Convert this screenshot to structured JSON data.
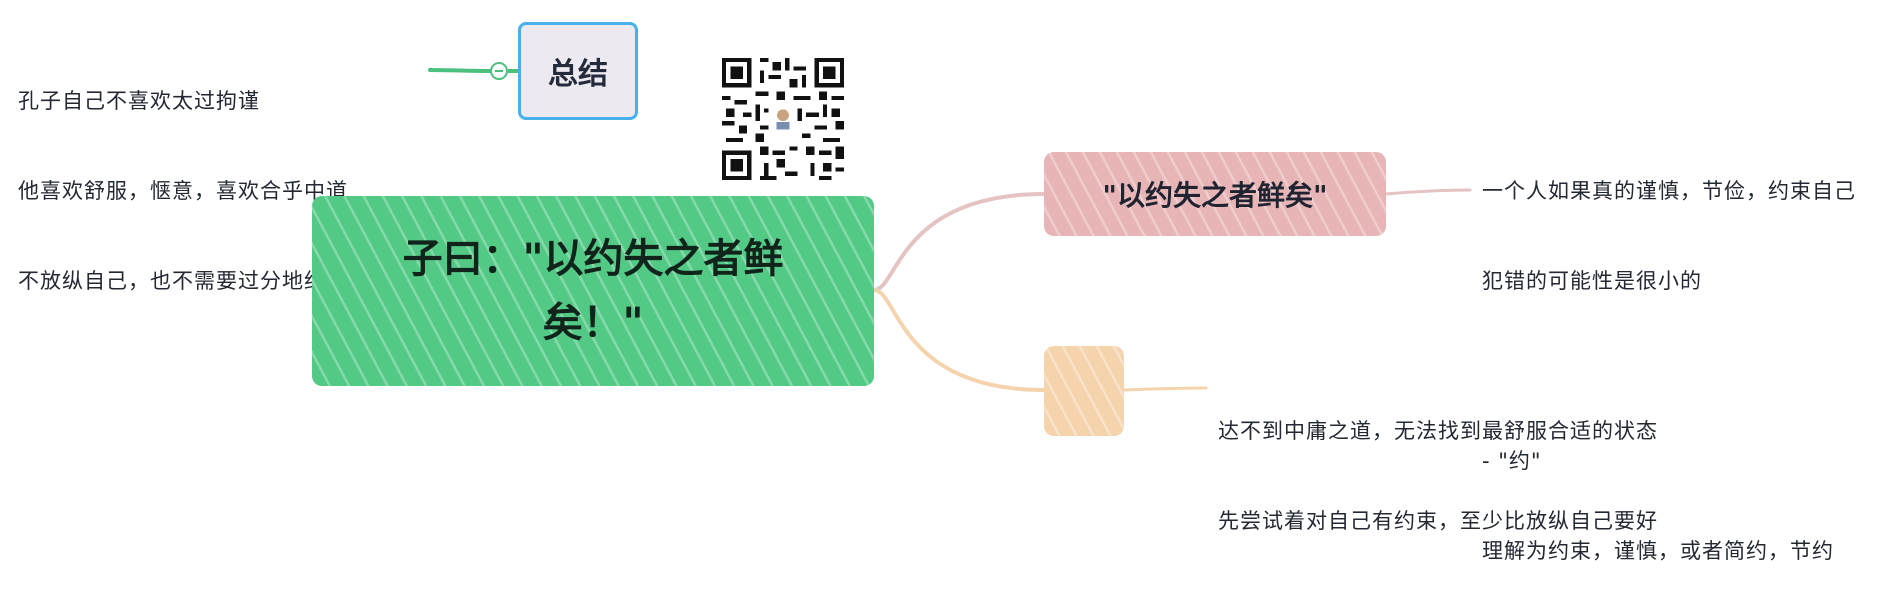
{
  "summary": {
    "label": "总结",
    "note_lines": [
      "孔子自己不喜欢太过拘谨",
      "他喜欢舒服，惬意，喜欢合乎中道",
      "不放纵自己，也不需要过分地约束自己"
    ]
  },
  "central_topic": {
    "lines": [
      "子曰：\"以约失之者鲜",
      "矣！\""
    ]
  },
  "branches": [
    {
      "label": "\"以约失之者鲜矣\"",
      "note_lines": [
        "一个人如果真的谨慎，节俭，约束自己",
        "犯错的可能性是很小的",
        "",
        "- \"约\"",
        "理解为约束，谨慎，或者简约，节约"
      ],
      "color": "#e7b5b6"
    },
    {
      "label": "",
      "note_lines": [
        "达不到中庸之道，无法找到最舒服合适的状态",
        "先尝试着对自己有约束，至少比放纵自己要好"
      ],
      "color": "#f4d3ad"
    }
  ],
  "colors": {
    "central": "#52c985",
    "summary_border": "#4ab0ea",
    "summary_fill": "#eceaf0",
    "connector_green": "#4cc07e"
  },
  "icons": [
    "qr-code-icon",
    "collapse-icon"
  ]
}
